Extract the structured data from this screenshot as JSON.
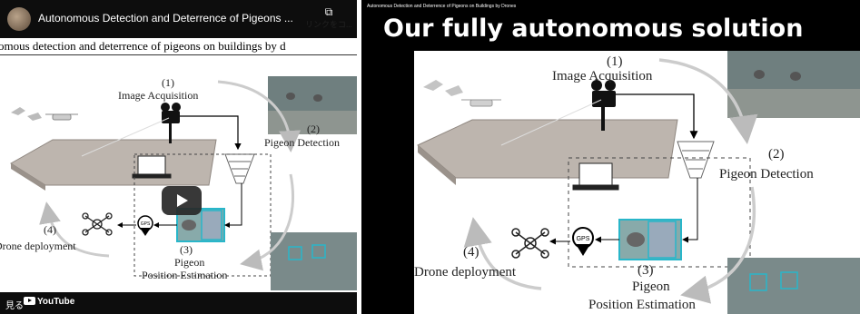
{
  "youtube": {
    "title": "Autonomous Detection and Deterrence of Pigeons ...",
    "copy_label": "リンクをコ...",
    "copy_glyph": "⧉",
    "watch_label": "見る",
    "logo_text": "YouTube"
  },
  "left_slide": {
    "title_strip": "omous detection and deterrence of pigeons on buildings by d",
    "step1_num": "(1)",
    "step1_label": "Image Acquisition",
    "step2_num": "(2)",
    "step2_label": "Pigeon Detection",
    "step3_num": "(3)",
    "step3_label1": "Pigeon",
    "step3_label2": "Position Estimation",
    "step4_num": "(4)",
    "step4_label": "Drone deployment",
    "gps_label": "GPS"
  },
  "right_slide": {
    "small_header": "Autonomous Detection and Deterrence of Pigeons on Buildings by Drones",
    "big_header": "Our fully autonomous solution",
    "step1_num": "(1)",
    "step1_label": "Image Acquisition",
    "step2_num": "(2)",
    "step2_label": "Pigeon Detection",
    "step3_num": "(3)",
    "step3_label1": "Pigeon",
    "step3_label2": "Position Estimation",
    "step4_num": "(4)",
    "step4_label": "Drone deployment",
    "gps_label": "GPS"
  },
  "colors": {
    "player_bg": "#0d0d0d",
    "roof": "#bdb5ae",
    "detection_box": "#29b6c9",
    "arrow": "#bbbbbb"
  }
}
